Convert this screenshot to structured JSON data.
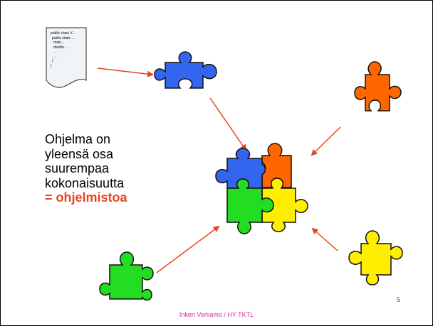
{
  "code_doc": {
    "lines": [
      "public class V...",
      "public static ...",
      "main...",
      "double ...",
      "...",
      "...",
      "}",
      "}"
    ]
  },
  "body_text": {
    "lines": [
      "Ohjelma on",
      "yleensä osa",
      "suurempaa",
      "kokonaisuutta"
    ],
    "highlight": "= ohjelmistoa"
  },
  "footer": {
    "text": "Inkeri Verkamo / HY TKTL",
    "page_number": "5"
  },
  "colors": {
    "arrow": "#e5461d",
    "piece_blue": "#3366ee",
    "piece_orange": "#ff6600",
    "piece_green": "#22dd22",
    "piece_yellow": "#ffee00",
    "highlight": "#e5461d",
    "footer": "#cc3399"
  }
}
